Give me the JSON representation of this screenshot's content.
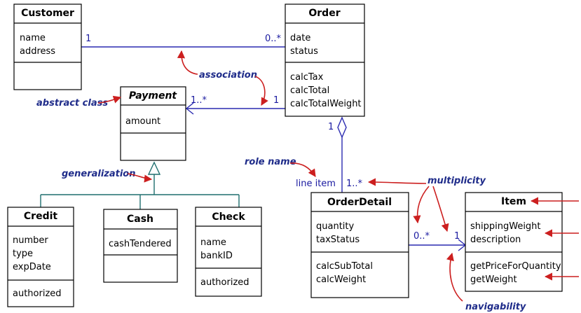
{
  "classes": {
    "customer": {
      "title": "Customer",
      "attrs": [
        "name",
        "address"
      ]
    },
    "order": {
      "title": "Order",
      "attrs": [
        "date",
        "status"
      ],
      "ops": [
        "calcTax",
        "calcTotal",
        "calcTotalWeight"
      ]
    },
    "payment": {
      "title": "Payment",
      "attrs": [
        "amount"
      ]
    },
    "credit": {
      "title": "Credit",
      "attrs": [
        "number",
        "type",
        "expDate"
      ],
      "ops": [
        "authorized"
      ]
    },
    "cash": {
      "title": "Cash",
      "attrs": [
        "cashTendered"
      ]
    },
    "check": {
      "title": "Check",
      "attrs": [
        "name",
        "bankID"
      ],
      "ops": [
        "authorized"
      ]
    },
    "orderdetail": {
      "title": "OrderDetail",
      "attrs": [
        "quantity",
        "taxStatus"
      ],
      "ops": [
        "calcSubTotal",
        "calcWeight"
      ]
    },
    "item": {
      "title": "Item",
      "attrs": [
        "shippingWeight",
        "description"
      ],
      "ops": [
        "getPriceForQuantity",
        "getWeight"
      ]
    }
  },
  "multiplicities": {
    "customer_order_left": "1",
    "customer_order_right": "0..*",
    "payment_left": "1..*",
    "payment_right": "1",
    "order_bottom": "1",
    "orderdetail_top": "1..*",
    "orderdetail_right": "0..*",
    "item_left": "1"
  },
  "role_name": "line item",
  "annotations": {
    "association": "association",
    "abstract_class": "abstract class",
    "generalization": "generalization",
    "role_name": "role name",
    "multiplicity": "multiplicity",
    "navigability": "navigability"
  },
  "colors": {
    "association_line": "#2a2ab0",
    "generalization_line": "#1f6f6f",
    "annotation_arrow": "#cc1f1f",
    "annotation_text": "#1f2c8a"
  }
}
